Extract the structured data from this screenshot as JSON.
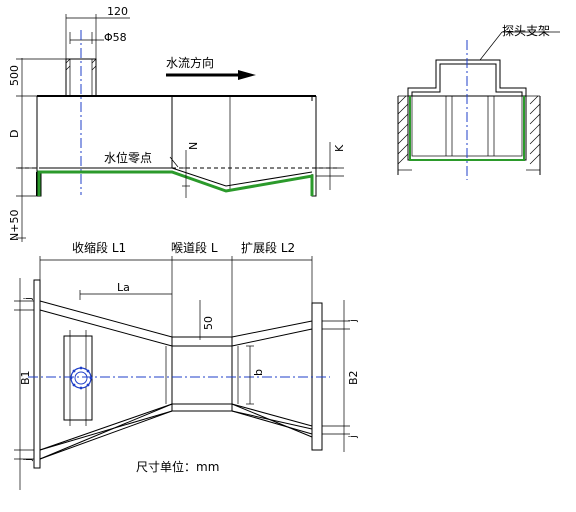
{
  "labels": {
    "dim_120": "120",
    "dim_phi58": "Φ58",
    "dim_500": "500",
    "dim_D": "D",
    "dim_N": "N",
    "dim_K": "K",
    "dim_N50": "N+50",
    "flow_direction": "水流方向",
    "water_zero": "水位零点",
    "probe_bracket": "探头支架",
    "contraction": "收缩段 L1",
    "throat": "喉道段 L",
    "expansion": "扩展段 L2",
    "dim_La": "La",
    "dim_50": "50",
    "dim_b": "b",
    "dim_B1": "B1",
    "dim_B2": "B2",
    "dim_j": "j",
    "unit_note": "尺寸单位：mm"
  },
  "colors": {
    "centerline": "#1f3fc8",
    "water_level": "#2b9a2b",
    "line": "#000000"
  }
}
